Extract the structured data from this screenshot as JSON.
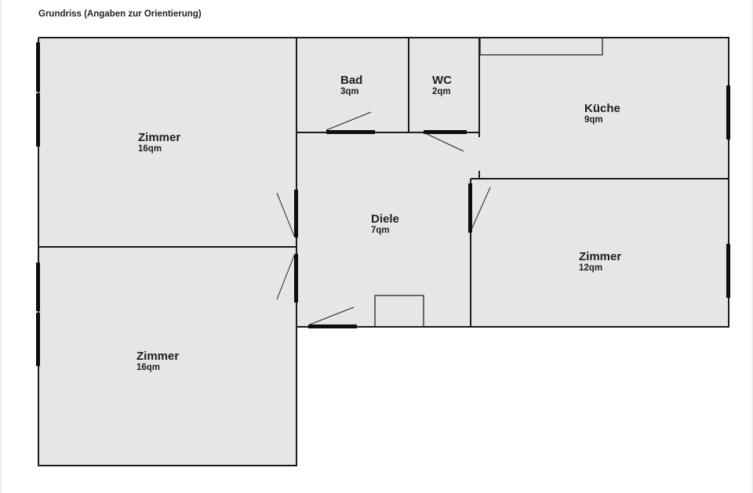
{
  "title": "Grundriss (Angaben zur Orientierung)",
  "colors": {
    "room_fill": "#e6e6e6",
    "wall": "#1a1a1a",
    "window": "#0d0d0d",
    "background": "#ffffff"
  },
  "rooms": [
    {
      "name": "Zimmer",
      "area": "16qm",
      "position": "top-left"
    },
    {
      "name": "Zimmer",
      "area": "16qm",
      "position": "bottom-left"
    },
    {
      "name": "Bad",
      "area": "3qm",
      "position": "top-center-left"
    },
    {
      "name": "WC",
      "area": "2qm",
      "position": "top-center"
    },
    {
      "name": "Küche",
      "area": "9qm",
      "position": "top-right"
    },
    {
      "name": "Diele",
      "area": "7qm",
      "position": "center"
    },
    {
      "name": "Zimmer",
      "area": "12qm",
      "position": "middle-right"
    }
  ]
}
